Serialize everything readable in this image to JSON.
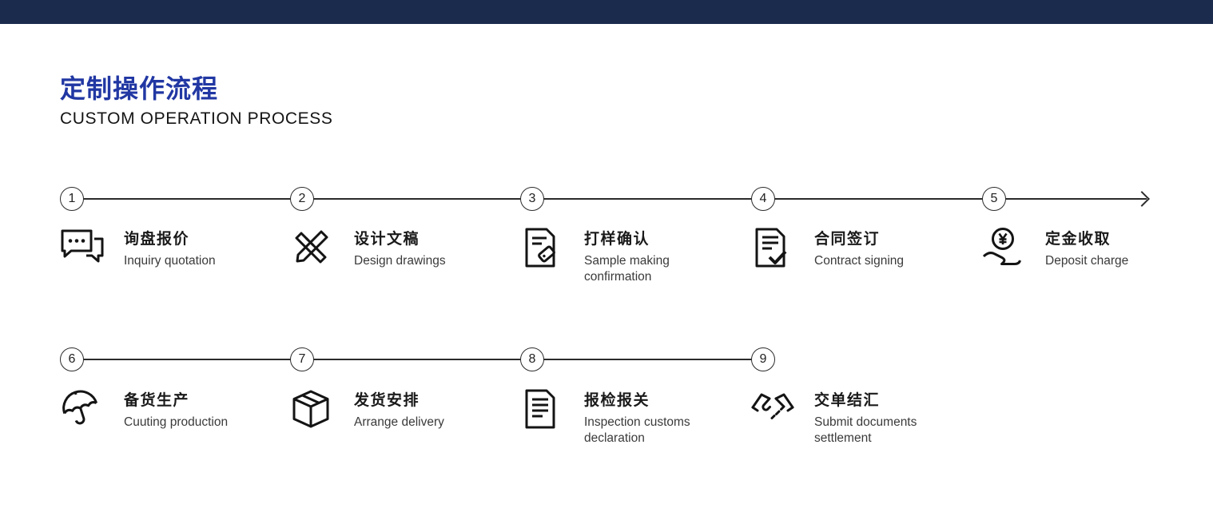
{
  "header": {
    "title": "定制操作流程",
    "subtitle": "CUSTOM OPERATION PROCESS"
  },
  "colors": {
    "topbar": "#1b2b4d",
    "title_blue": "#2137a3",
    "timeline_line": "#2b2b2b",
    "icon_stroke": "#141414"
  },
  "steps": [
    {
      "num": "1",
      "icon": "chat-bubbles-icon",
      "title": "询盘报价",
      "subtitle": "Inquiry quotation"
    },
    {
      "num": "2",
      "icon": "ruler-pencil-icon",
      "title": "设计文稿",
      "subtitle": "Design drawings"
    },
    {
      "num": "3",
      "icon": "document-tag-icon",
      "title": "打样确认",
      "subtitle": "Sample making confirmation"
    },
    {
      "num": "4",
      "icon": "document-check-icon",
      "title": "合同签订",
      "subtitle": "Contract signing"
    },
    {
      "num": "5",
      "icon": "coin-hand-icon",
      "title": "定金收取",
      "subtitle": "Deposit charge"
    },
    {
      "num": "6",
      "icon": "umbrella-icon",
      "title": "备货生产",
      "subtitle": "Cuuting production"
    },
    {
      "num": "7",
      "icon": "package-box-icon",
      "title": "发货安排",
      "subtitle": "Arrange delivery"
    },
    {
      "num": "8",
      "icon": "document-lines-icon",
      "title": "报检报关",
      "subtitle": "Inspection customs declaration"
    },
    {
      "num": "9",
      "icon": "handshake-icon",
      "title": "交单结汇",
      "subtitle": "Submit documents settlement"
    }
  ]
}
